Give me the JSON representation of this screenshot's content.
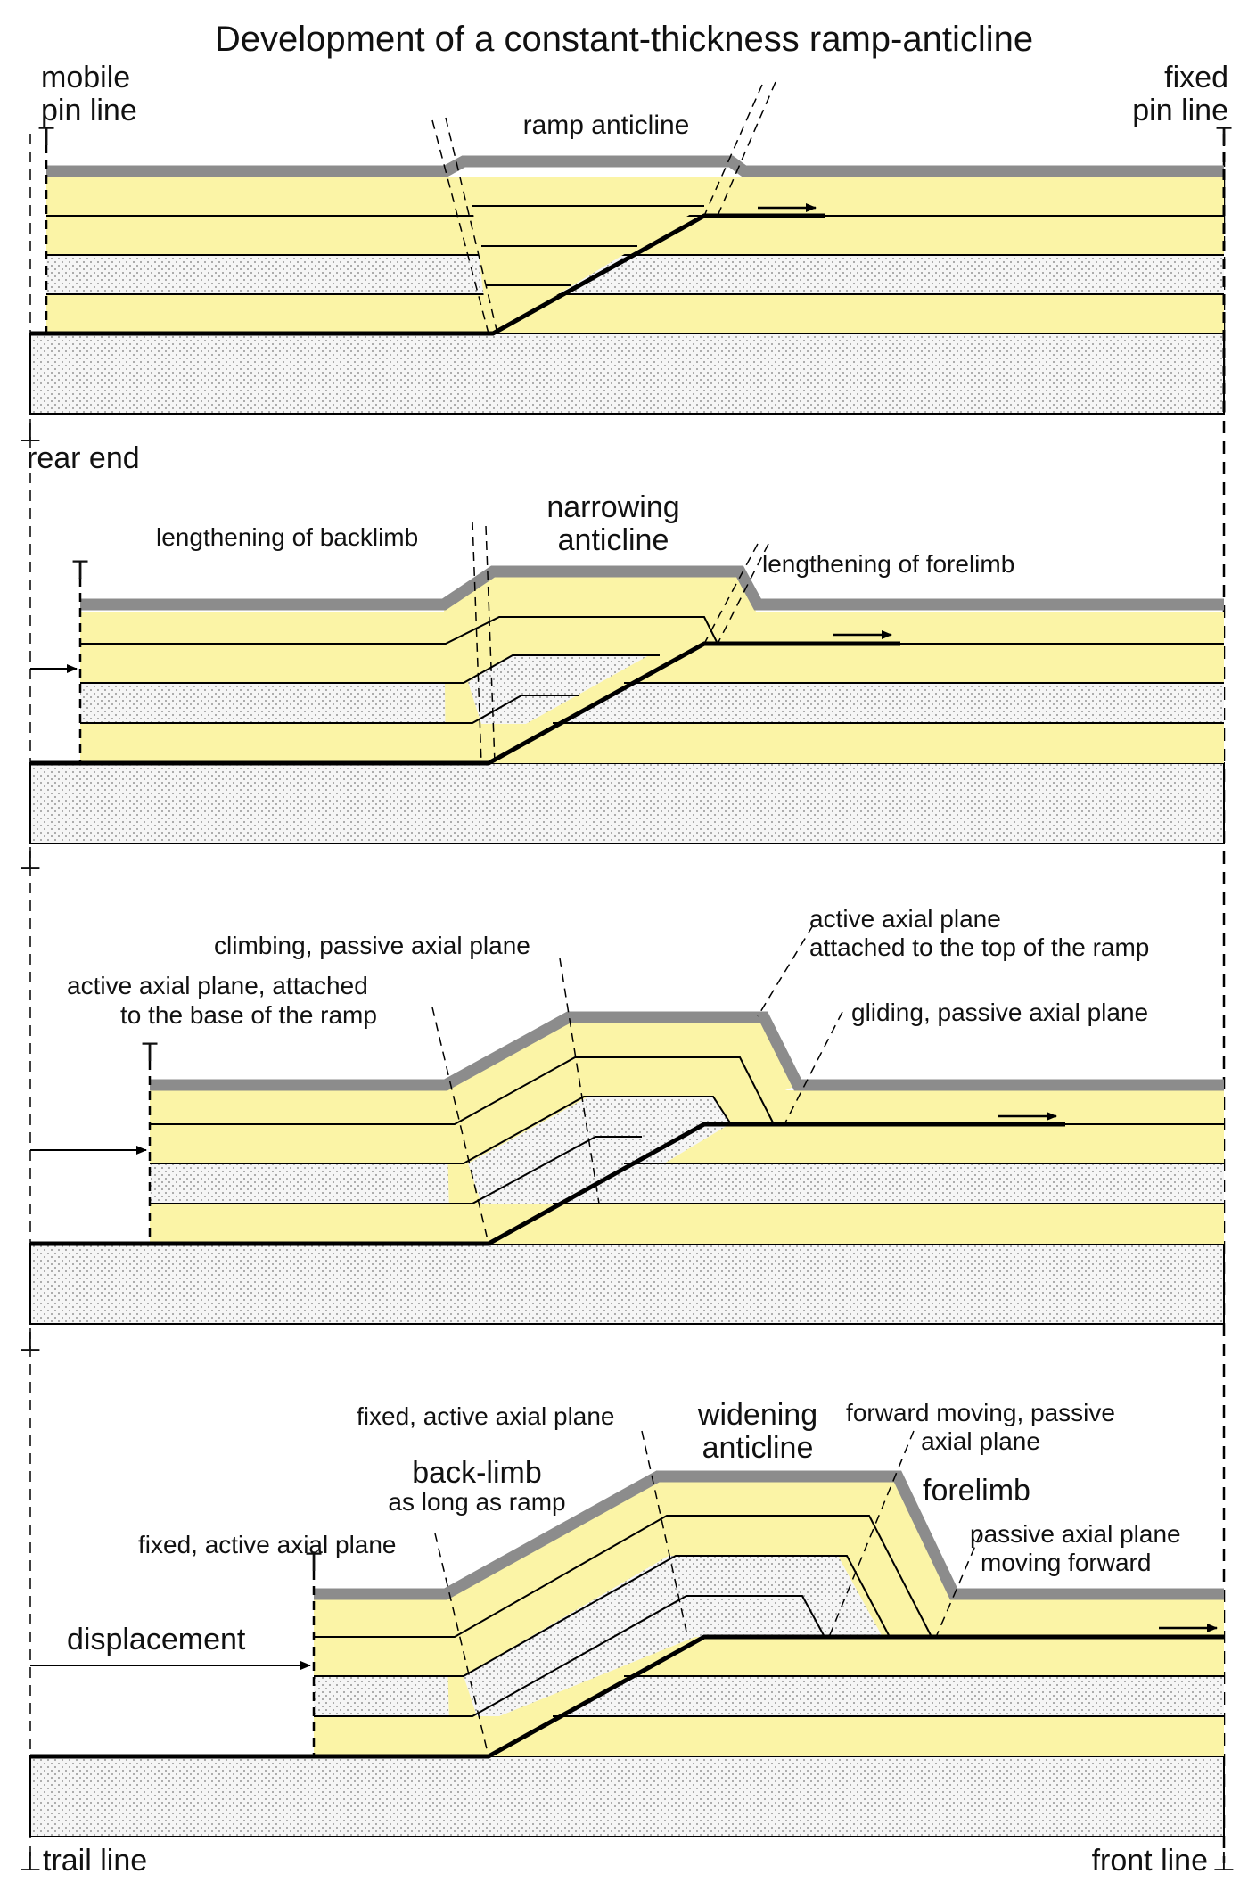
{
  "title": "Development of a constant-thickness ramp-anticline",
  "colors": {
    "competent_layer": "#fbf4a6",
    "incompetent_layer": "#f5f5f5",
    "top_layer": "#8c8c8c",
    "fault": "#000000"
  },
  "labels": {
    "mobile_pin_line_1": "mobile",
    "mobile_pin_line_2": "pin line",
    "fixed_pin_line_1": "fixed",
    "fixed_pin_line_2": "pin line",
    "rear_end": "rear end",
    "trail_line": "trail line",
    "front_line": "front line",
    "displacement": "displacement"
  },
  "stages": [
    {
      "labels": {
        "ramp_anticline": "ramp anticline"
      }
    },
    {
      "labels": {
        "lengthening_backlimb": "lengthening of backlimb",
        "narrowing_1": "narrowing",
        "narrowing_2": "anticline",
        "lengthening_forelimb": "lengthening of forelimb"
      }
    },
    {
      "labels": {
        "climbing_passive": "climbing, passive axial plane",
        "active_base_1": "active axial plane, attached",
        "active_base_2": "to the base of the ramp",
        "active_top_1": "active axial plane",
        "active_top_2": "attached to the top of the ramp",
        "gliding_passive": "gliding, passive axial plane"
      }
    },
    {
      "labels": {
        "fixed_active_top": "fixed, active axial plane",
        "widening_1": "widening",
        "widening_2": "anticline",
        "forward_moving_1": "forward moving, passive",
        "forward_moving_2": "axial plane",
        "backlimb_1": "back-limb",
        "backlimb_2": "as long as ramp",
        "forelimb": "forelimb",
        "fixed_active_low": "fixed, active axial plane",
        "passive_forward_1": "passive axial plane",
        "passive_forward_2": "moving forward"
      }
    }
  ]
}
